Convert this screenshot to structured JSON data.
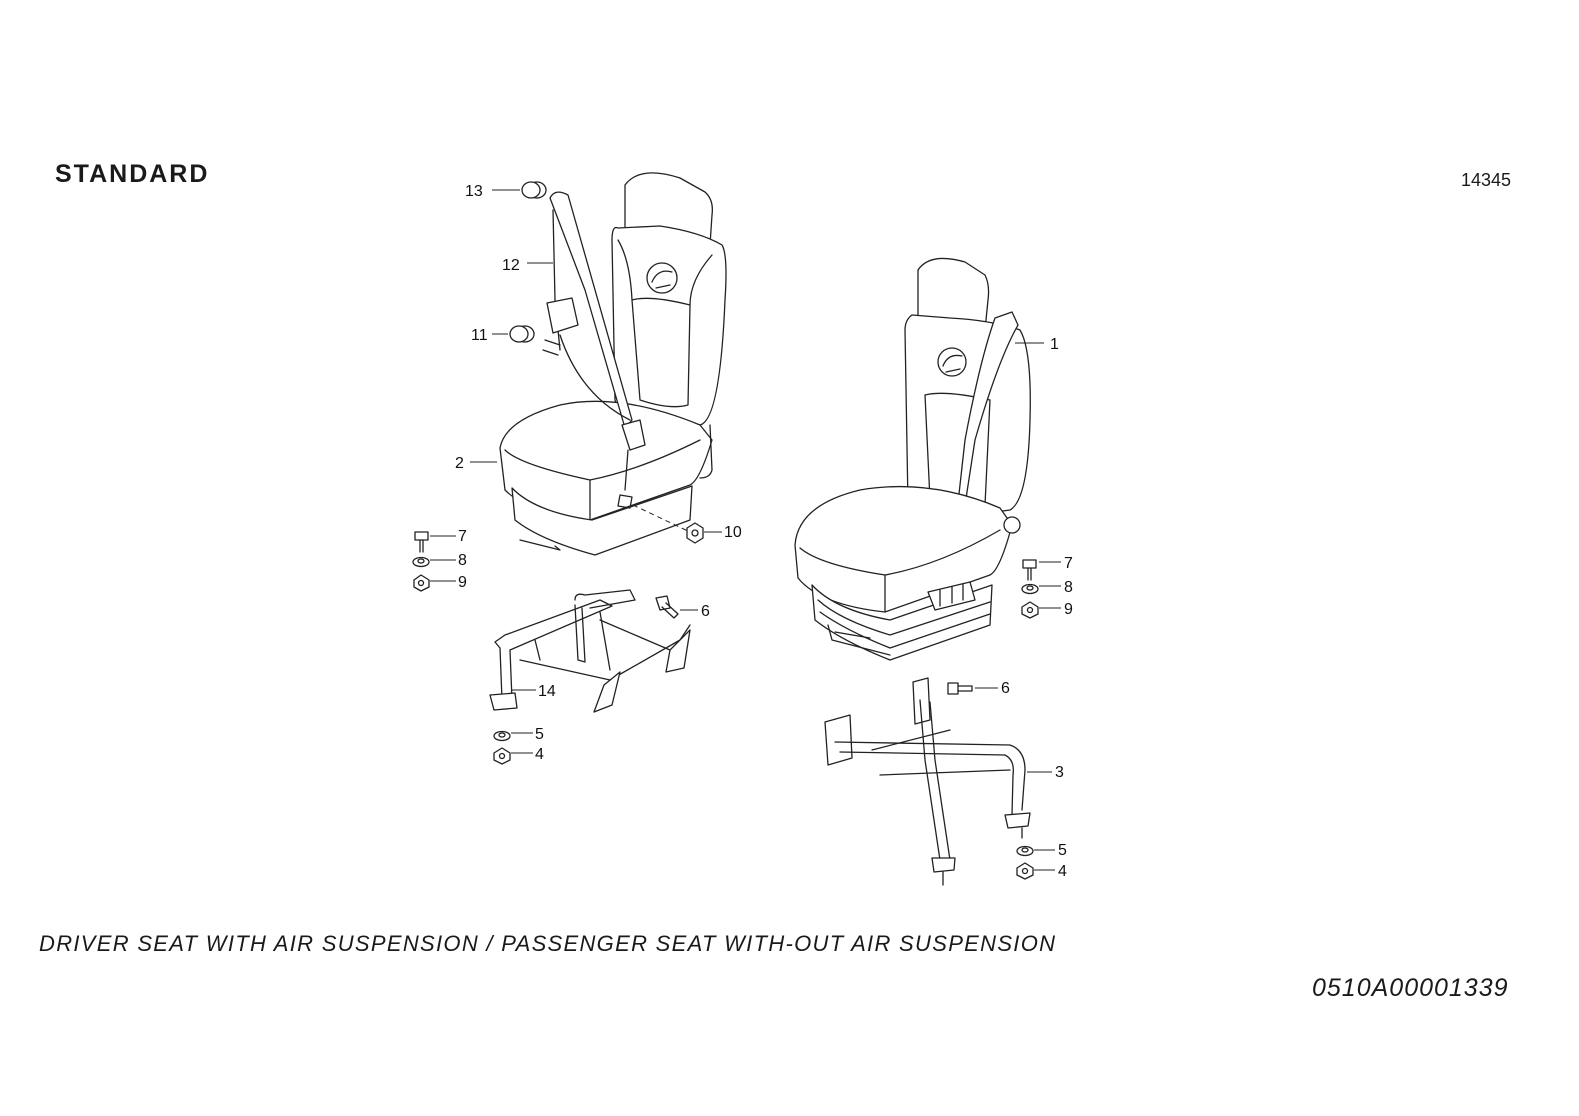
{
  "header": {
    "title": "STANDARD",
    "figure_number": "14345"
  },
  "callouts": {
    "c1": "1",
    "c2": "2",
    "c3": "3",
    "c4a": "4",
    "c4b": "4",
    "c5a": "5",
    "c5b": "5",
    "c6a": "6",
    "c6b": "6",
    "c7a": "7",
    "c7b": "7",
    "c8a": "8",
    "c8b": "8",
    "c9a": "9",
    "c9b": "9",
    "c10": "10",
    "c11": "11",
    "c12": "12",
    "c13": "13",
    "c14": "14"
  },
  "footer": {
    "caption": "DRIVER SEAT WITH AIR SUSPENSION / PASSENGER SEAT WITH-OUT AIR SUSPENSION",
    "document_number": "0510A00001339"
  }
}
